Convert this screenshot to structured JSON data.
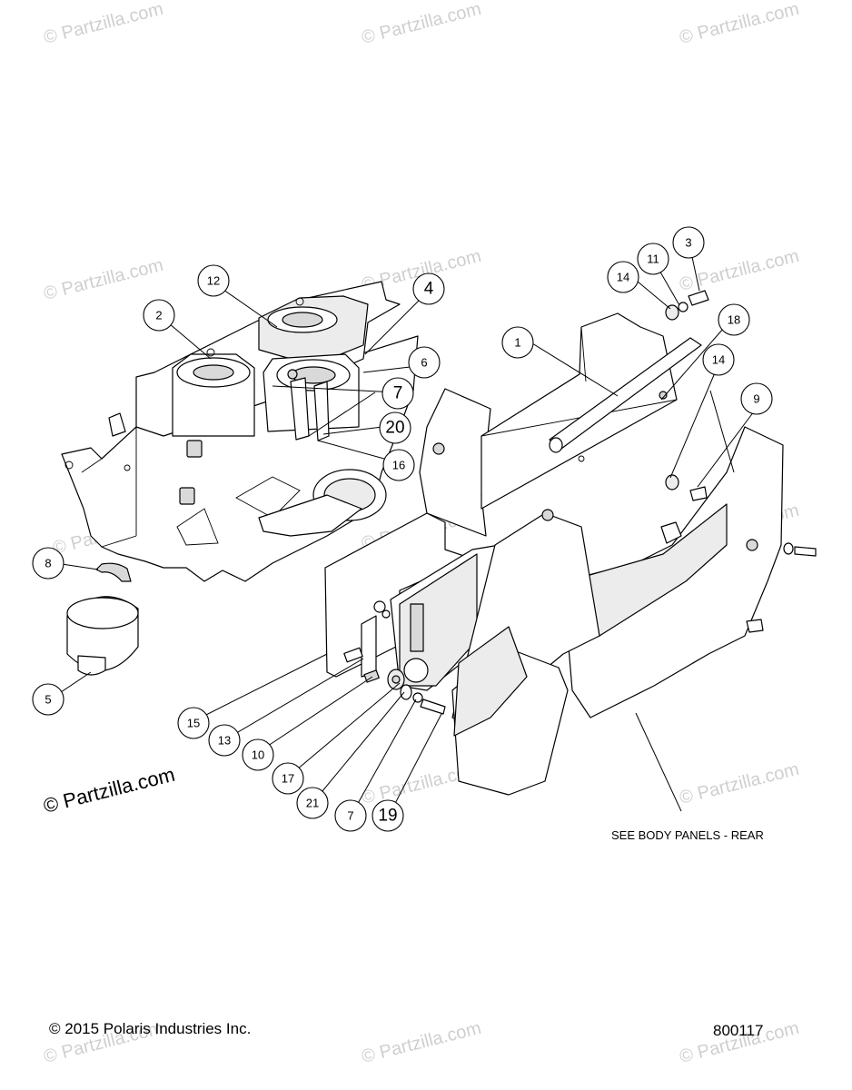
{
  "watermark_text": "© Partzilla.com",
  "watermark_main": "© Partzilla.com",
  "callouts": [
    {
      "label": "1"
    },
    {
      "label": "2"
    },
    {
      "label": "3"
    },
    {
      "label": "4"
    },
    {
      "label": "5"
    },
    {
      "label": "6"
    },
    {
      "label": "7"
    },
    {
      "label": "8"
    },
    {
      "label": "9"
    },
    {
      "label": "10"
    },
    {
      "label": "11"
    },
    {
      "label": "12"
    },
    {
      "label": "13"
    },
    {
      "label": "14"
    },
    {
      "label": "14"
    },
    {
      "label": "15"
    },
    {
      "label": "16"
    },
    {
      "label": "17"
    },
    {
      "label": "18"
    },
    {
      "label": "19"
    },
    {
      "label": "20"
    },
    {
      "label": "21"
    },
    {
      "label": "7"
    }
  ],
  "note": "SEE BODY PANELS - REAR",
  "copyright": "© 2015 Polaris Industries Inc.",
  "figure_number": "800117"
}
